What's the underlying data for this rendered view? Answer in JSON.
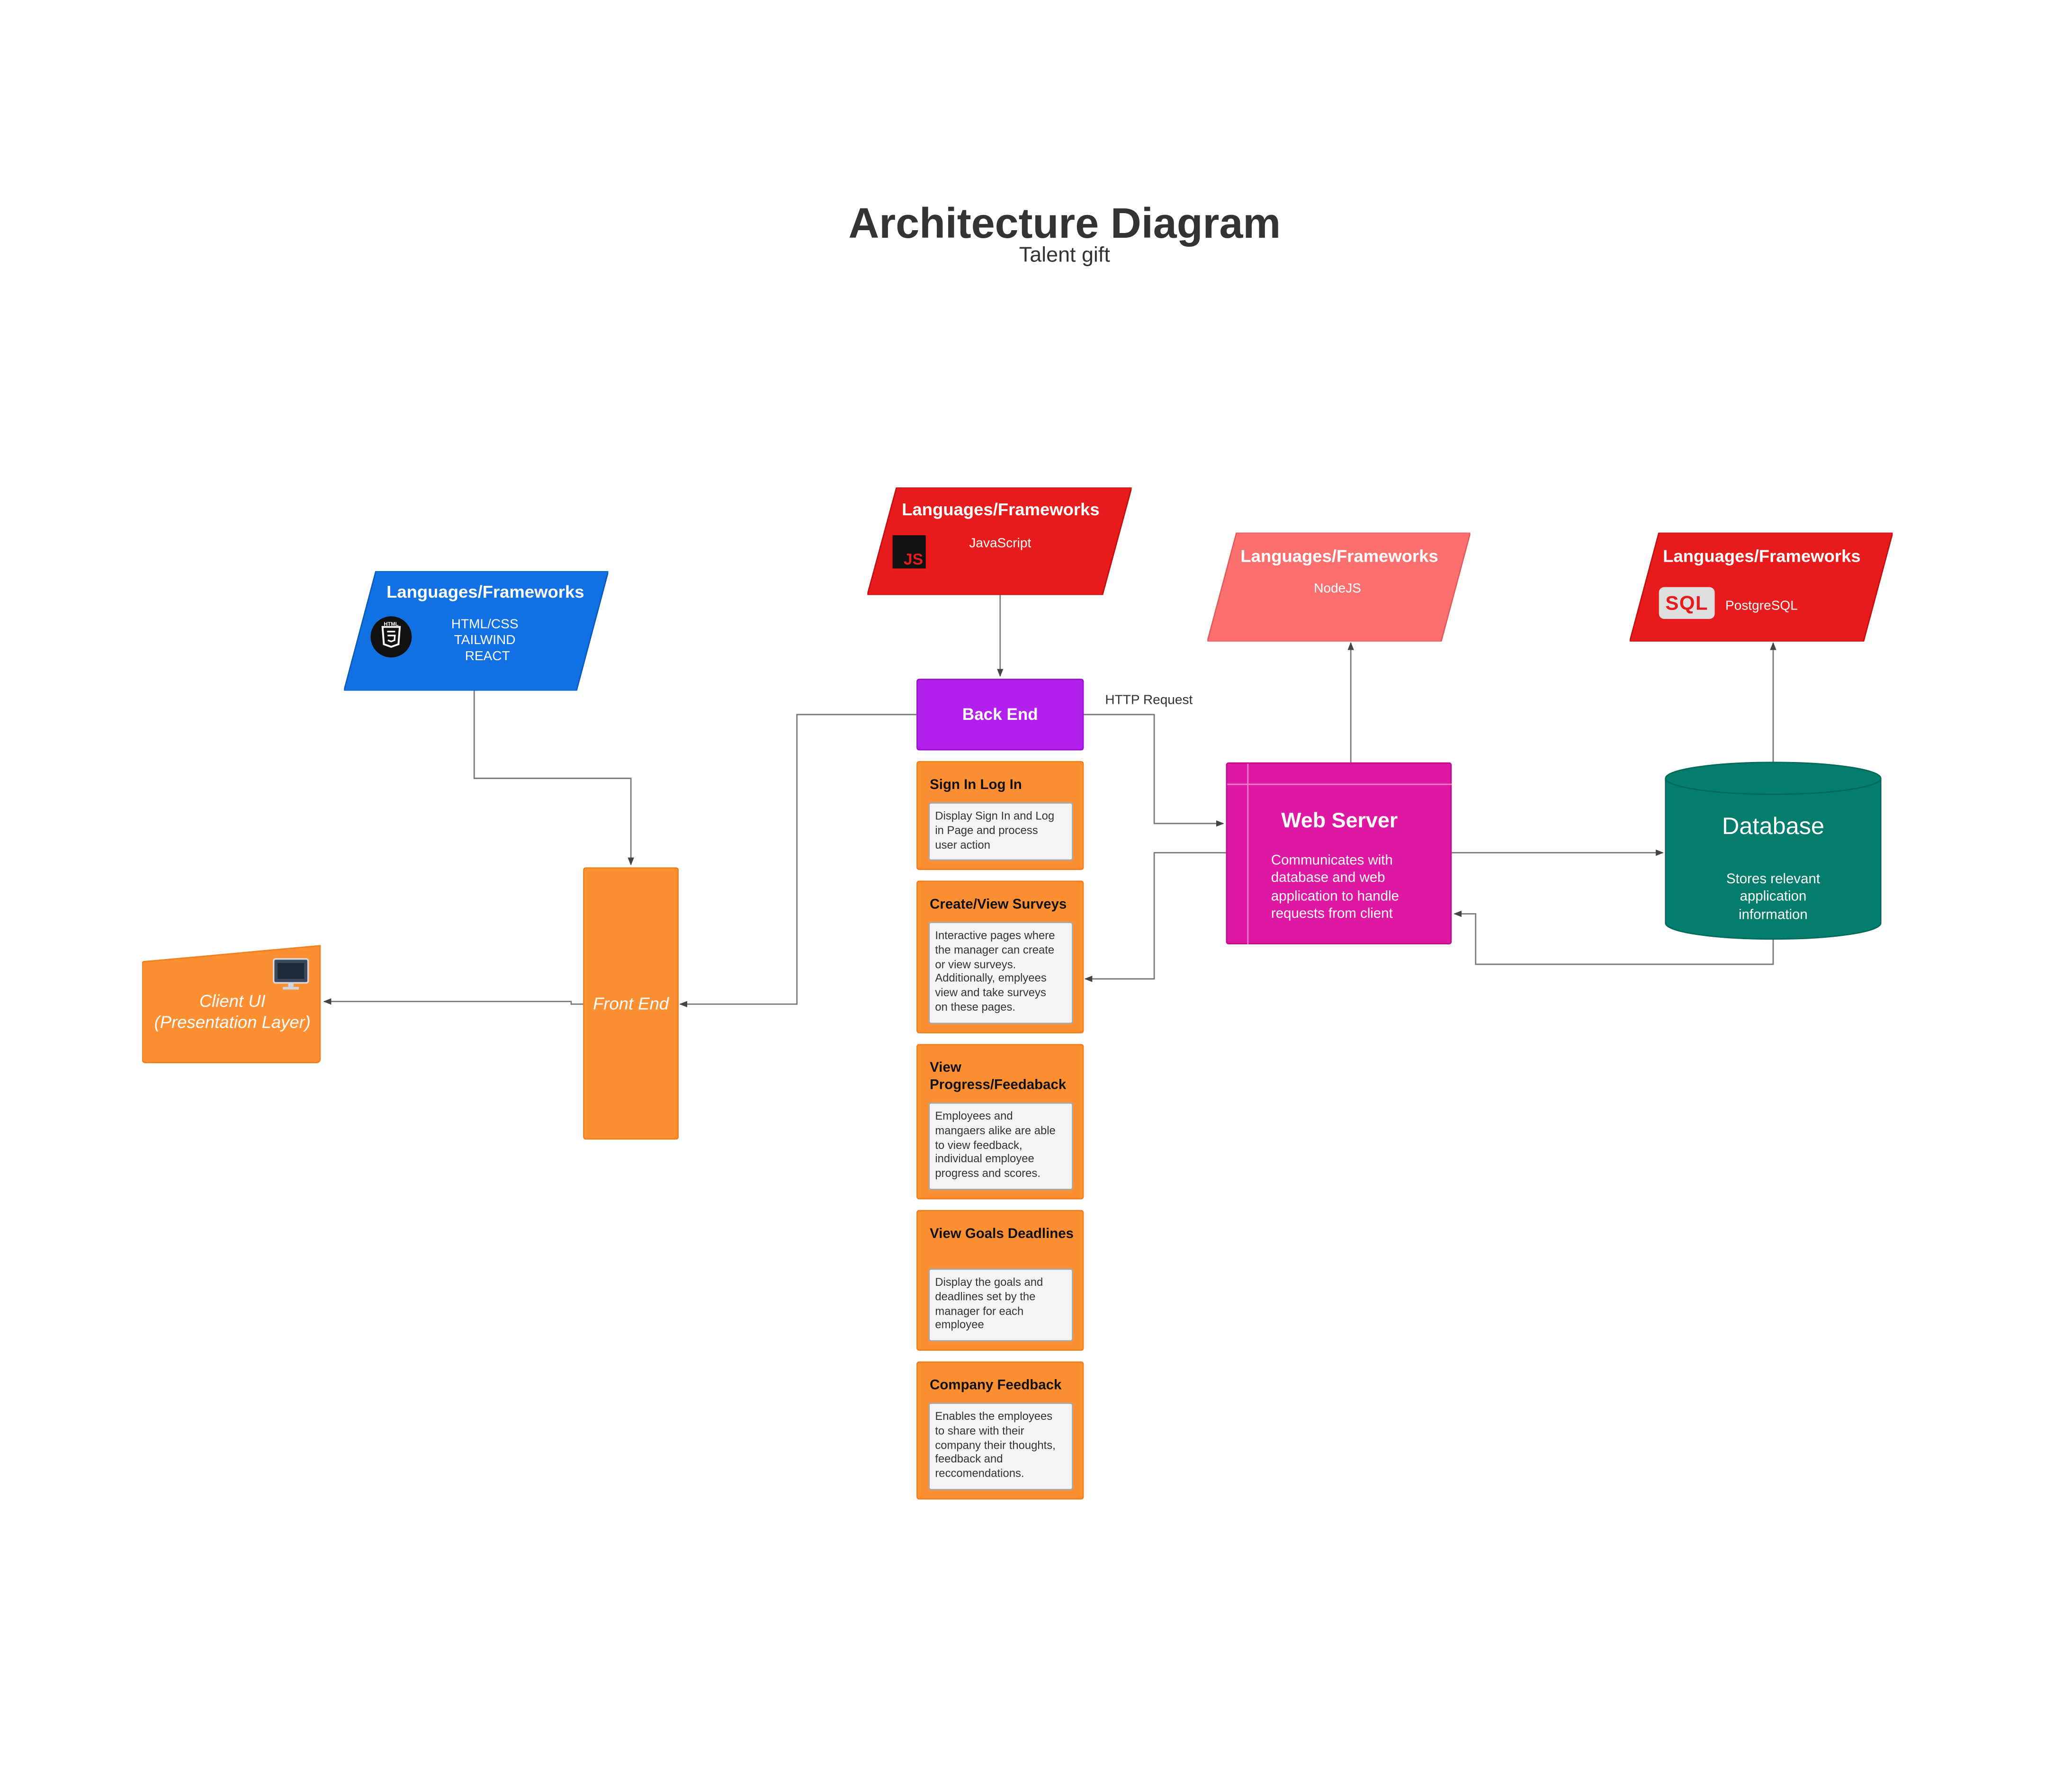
{
  "header": {
    "title": "Architecture Diagram",
    "subtitle": "Talent gift"
  },
  "frameworks": {
    "frontend": {
      "title": "Languages/Frameworks",
      "lines": [
        "HTML/CSS",
        "TAILWIND",
        "REACT"
      ],
      "icon_text": "HTML",
      "color": "#1171e3"
    },
    "backend": {
      "title": "Languages/Frameworks",
      "lines": [
        "JavaScript"
      ],
      "icon_text": "JS",
      "color": "#e71b1b"
    },
    "server": {
      "title": "Languages/Frameworks",
      "lines": [
        "NodeJS"
      ],
      "color": "#fc6f6f"
    },
    "database": {
      "title": "Languages/Frameworks",
      "lines": [
        "PostgreSQL"
      ],
      "icon_text": "SQL",
      "color": "#e71b1b"
    }
  },
  "nodes": {
    "client_ui": {
      "line1": "Client UI",
      "line2": "(Presentation Layer)",
      "color": "#fd8f33"
    },
    "front_end": {
      "label": "Front End",
      "color": "#fd8f33"
    },
    "back_end": {
      "label": "Back End",
      "color": "#b51fed"
    },
    "web_server": {
      "title": "Web Server",
      "lines": [
        "Communicates with",
        "database and web",
        "application to handle",
        "requests from client"
      ],
      "color": "#df18a4"
    },
    "database": {
      "title": "Database",
      "lines": [
        "Stores relevant",
        "application",
        "information"
      ],
      "color": "#047d6c"
    }
  },
  "edge_labels": {
    "http_request": "HTTP Request"
  },
  "features": [
    {
      "title": "Sign In Log In",
      "lines": [
        "Display Sign In and Log",
        "in Page and process",
        "user action"
      ]
    },
    {
      "title": "Create/View Surveys",
      "lines": [
        "Interactive pages where",
        "the manager can create",
        "or view surveys.",
        "Additionally, emplyees",
        "view and take surveys",
        "on these pages."
      ]
    },
    {
      "title": "View Progress/Feedaback",
      "lines": [
        "Employees and",
        "mangaers alike are able",
        "to view feedback,",
        "individual employee",
        "progress and scores."
      ]
    },
    {
      "title": "View Goals Deadlines",
      "lines": [
        "Display the goals and",
        "deadlines set by the",
        "manager for each",
        "employee"
      ]
    },
    {
      "title": "Company Feedback",
      "lines": [
        "Enables the employees",
        "to share with their",
        "company their thoughts,",
        "feedback and",
        "reccomendations."
      ]
    }
  ]
}
